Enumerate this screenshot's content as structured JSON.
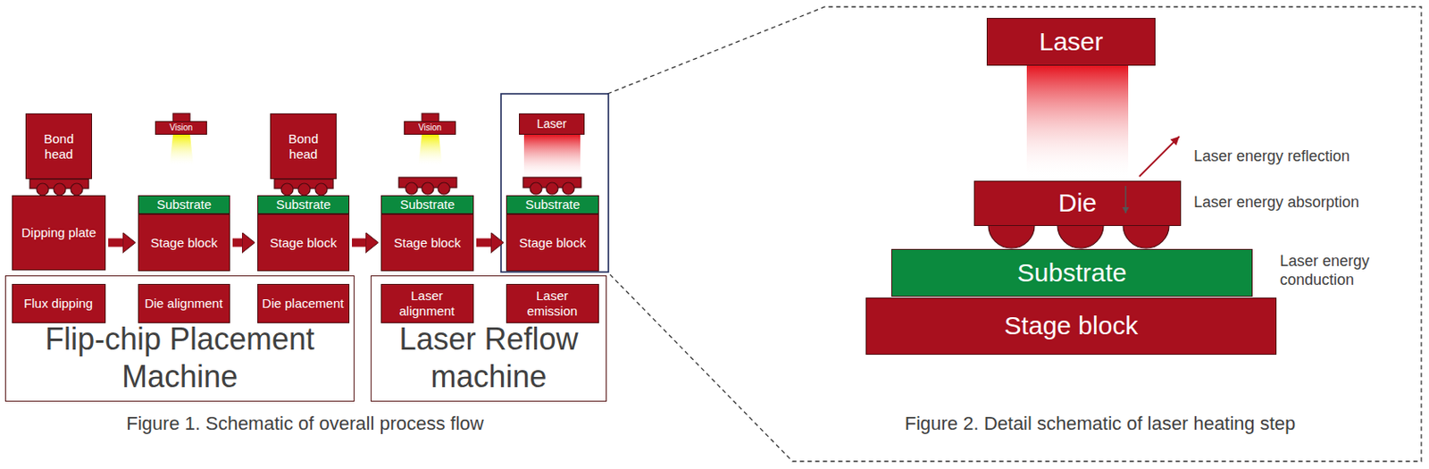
{
  "diagram": {
    "nodes": [
      {
        "text": [
          "Bond head"
        ]
      },
      {
        "text": [
          "Dipping plate"
        ]
      },
      {
        "text": [
          "Vision"
        ]
      },
      {
        "text": [
          "Substrate"
        ]
      },
      {
        "text": [
          "Stage block"
        ]
      },
      {
        "text": [
          "Bond head"
        ]
      },
      {
        "text": [
          "Substrate"
        ]
      },
      {
        "text": [
          "Stage block"
        ]
      },
      {
        "text": [
          "Vision"
        ]
      },
      {
        "text": [
          "Substrate"
        ]
      },
      {
        "text": [
          "Stage block"
        ]
      },
      {
        "text": [
          "Laser"
        ]
      },
      {
        "text": [
          "Substrate"
        ]
      },
      {
        "text": [
          "Stage block"
        ]
      },
      {
        "text": [
          "Flip-chip Placement Machine"
        ]
      },
      {
        "text": [
          "Flux dipping"
        ],
        "in": 14
      },
      {
        "text": [
          "Die alignment"
        ],
        "in": 14
      },
      {
        "text": [
          "Die placement"
        ],
        "in": 14
      },
      {
        "text": [
          "Laser Reflow machine"
        ]
      },
      {
        "text": [
          "Laser alignment"
        ],
        "in": 18
      },
      {
        "text": [
          "Laser emission"
        ],
        "in": 18
      },
      {
        "text": [
          "Laser"
        ]
      },
      {
        "text": [
          "Die"
        ]
      },
      {
        "text": [
          "Substrate"
        ]
      },
      {
        "text": [
          "Stage block"
        ]
      }
    ],
    "edges": [
      {
        "from": 1,
        "to": 4,
        "arrow": "to"
      },
      {
        "from": 4,
        "to": 7,
        "arrow": "to"
      },
      {
        "from": 7,
        "to": 10,
        "arrow": "to"
      },
      {
        "from": 10,
        "to": 13,
        "arrow": "to"
      }
    ],
    "labels": [
      "Laser energy reflection",
      "Laser energy absorption",
      "Laser energy conduction",
      "Figure 1. Schematic of overall process flow",
      "Figure 2. Detail schematic of laser heating step"
    ]
  }
}
